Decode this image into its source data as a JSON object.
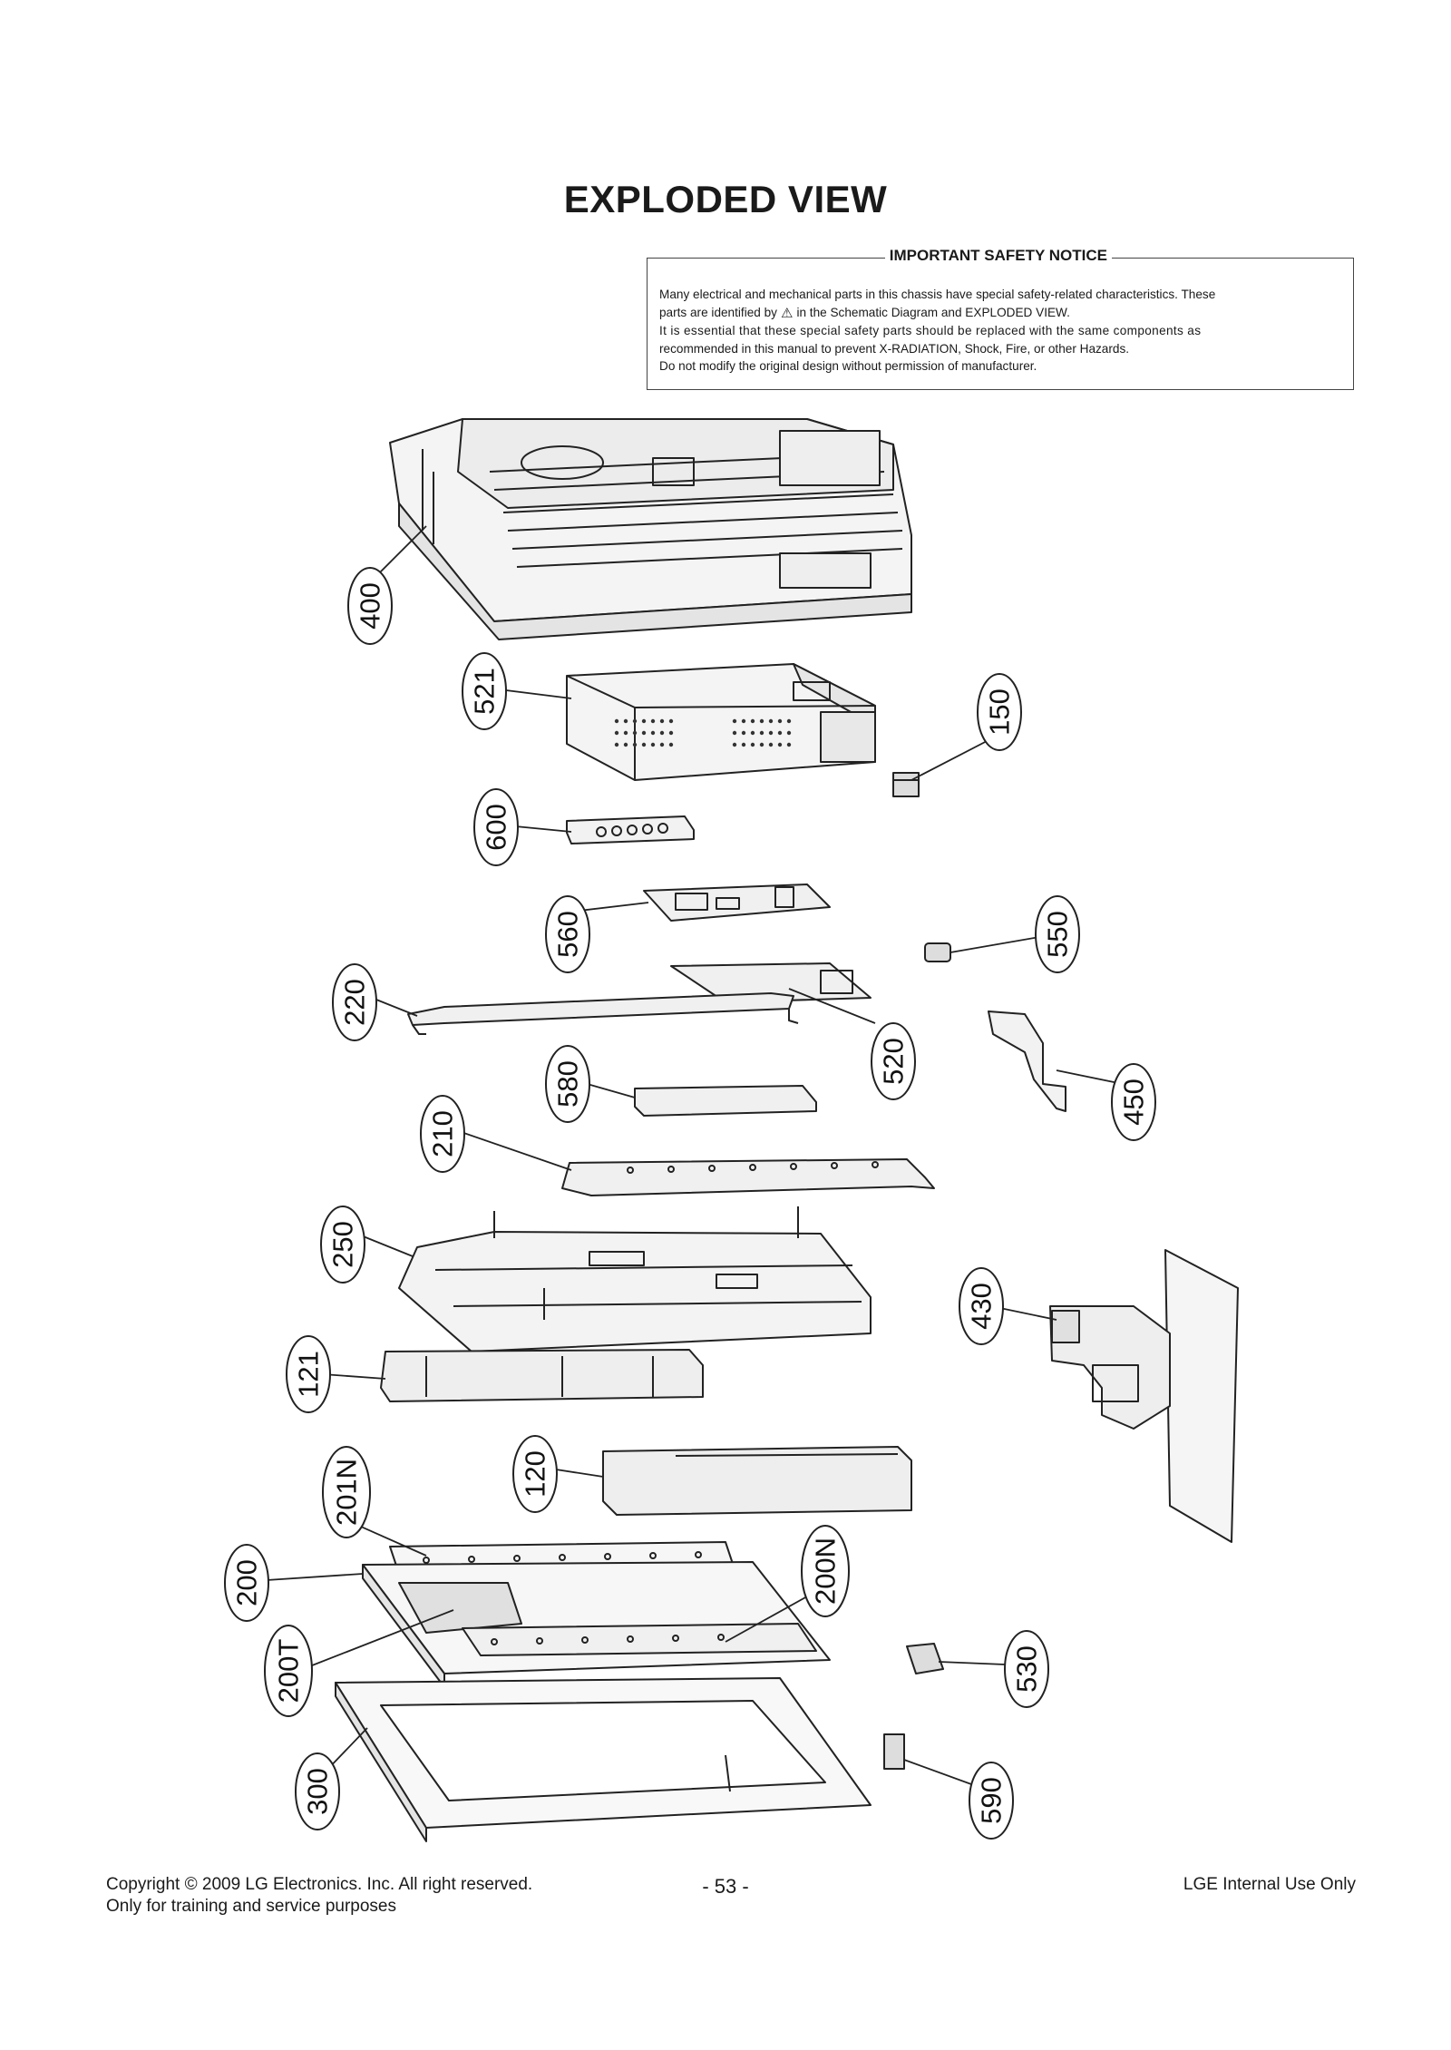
{
  "page_title": "EXPLODED VIEW",
  "notice": {
    "title": "IMPORTANT SAFETY NOTICE",
    "line1": "Many electrical and mechanical parts in this chassis have special safety-related characteristics. These",
    "line2_before": "parts are identified by",
    "line2_after": "in the Schematic Diagram and EXPLODED VIEW.",
    "line3": "It is essential that these special safety parts should be replaced with the same components as",
    "line4": "recommended in this manual to prevent X-RADIATION, Shock, Fire, or other Hazards.",
    "line5": "Do not modify the original design without permission of manufacturer."
  },
  "callouts": [
    "400",
    "521",
    "150",
    "600",
    "560",
    "550",
    "220",
    "520",
    "450",
    "580",
    "210",
    "250",
    "430",
    "121",
    "120",
    "201N",
    "200",
    "200N",
    "200T",
    "530",
    "300",
    "590"
  ],
  "footer": {
    "copyright_line1": "Copyright © 2009 LG Electronics. Inc. All right reserved.",
    "copyright_line2": "Only for training and service purposes",
    "page_number": "- 53 -",
    "internal": "LGE Internal Use Only"
  }
}
